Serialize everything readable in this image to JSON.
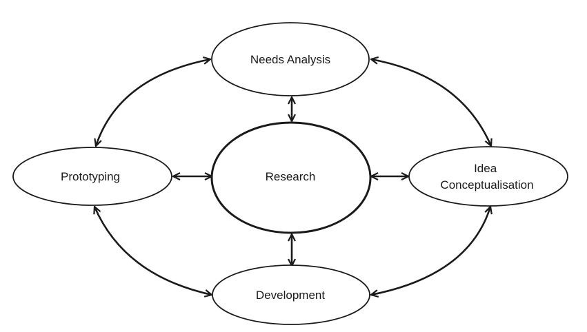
{
  "diagram": {
    "nodes": {
      "needs_analysis": {
        "lines": [
          "Needs Analysis"
        ]
      },
      "prototyping": {
        "lines": [
          "Prototyping"
        ]
      },
      "research": {
        "lines": [
          "Research"
        ]
      },
      "idea_conceptualisation": {
        "lines": [
          "Idea",
          "Conceptualisation"
        ]
      },
      "development": {
        "lines": [
          "Development"
        ]
      }
    },
    "edges": [
      {
        "from": "needs_analysis",
        "to": "research",
        "direction": "both"
      },
      {
        "from": "prototyping",
        "to": "research",
        "direction": "both"
      },
      {
        "from": "research",
        "to": "idea_conceptualisation",
        "direction": "both"
      },
      {
        "from": "research",
        "to": "development",
        "direction": "both"
      },
      {
        "from": "prototyping",
        "to": "needs_analysis",
        "direction": "both"
      },
      {
        "from": "needs_analysis",
        "to": "idea_conceptualisation",
        "direction": "both"
      },
      {
        "from": "prototyping",
        "to": "development",
        "direction": "both"
      },
      {
        "from": "development",
        "to": "idea_conceptualisation",
        "direction": "both"
      }
    ],
    "colors": {
      "stroke": "#1a1a1a",
      "fill": "#ffffff",
      "background": "#ffffff"
    }
  }
}
